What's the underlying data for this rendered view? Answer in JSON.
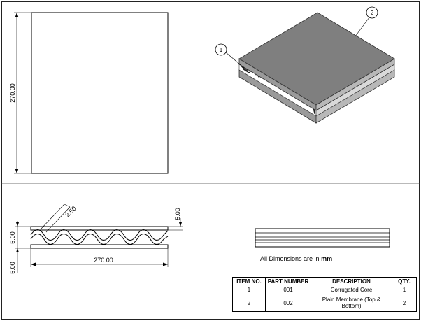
{
  "views": {
    "front": {
      "height_label": "270.00"
    },
    "section": {
      "radius_label": "2.50",
      "top_thickness_label": "5.00",
      "left_thickness_label": "5.00",
      "bottom_label": "5.00",
      "width_label": "270.00"
    },
    "isometric": {
      "balloon_1": "1",
      "balloon_2": "2"
    }
  },
  "note": {
    "prefix": "All Dimensions are in",
    "unit": "mm"
  },
  "bom": {
    "headers": [
      "ITEM NO.",
      "PART NUMBER",
      "DESCRIPTION",
      "QTY."
    ],
    "rows": [
      {
        "item": "1",
        "part": "001",
        "description": "Corrugated Core",
        "qty": "1"
      },
      {
        "item": "2",
        "part": "002",
        "description": "Plain Membrane (Top & Bottom)",
        "qty": "2"
      }
    ]
  }
}
